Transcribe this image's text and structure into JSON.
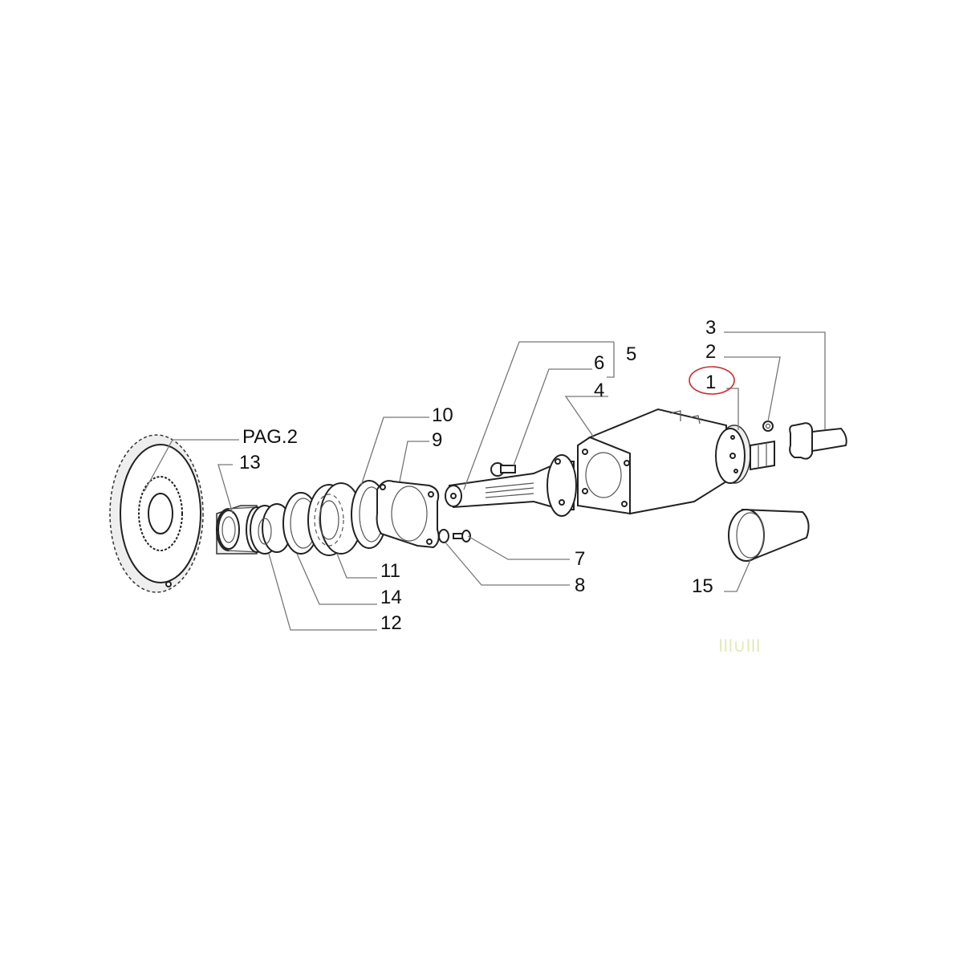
{
  "diagram": {
    "type": "exploded-parts-diagram",
    "highlighted_callout": "1",
    "highlight_color": "#cc2b2b",
    "line_color": "#777777",
    "callouts": [
      {
        "id": "pag2",
        "label": "PAG.2",
        "part": "gear"
      },
      {
        "id": "c13",
        "label": "13",
        "part": "splined sleeve"
      },
      {
        "id": "c12",
        "label": "12",
        "part": "spacer ring"
      },
      {
        "id": "c14",
        "label": "14",
        "part": "circlip"
      },
      {
        "id": "c11",
        "label": "11",
        "part": "ball bearing"
      },
      {
        "id": "c10",
        "label": "10",
        "part": "seal ring"
      },
      {
        "id": "c9",
        "label": "9",
        "part": "gasket plate"
      },
      {
        "id": "c8",
        "label": "8",
        "part": "lock washer"
      },
      {
        "id": "c7",
        "label": "7",
        "part": "screw"
      },
      {
        "id": "c6",
        "label": "6",
        "part": "pin"
      },
      {
        "id": "c5",
        "label": "5",
        "part": "splined shaft"
      },
      {
        "id": "c4",
        "label": "4",
        "part": "housing"
      },
      {
        "id": "c1",
        "label": "1",
        "part": "flange disc"
      },
      {
        "id": "c2",
        "label": "2",
        "part": "nut"
      },
      {
        "id": "c3",
        "label": "3",
        "part": "coupling sleeve"
      },
      {
        "id": "c15",
        "label": "15",
        "part": "cover cap"
      }
    ],
    "watermark": "III∪III"
  }
}
